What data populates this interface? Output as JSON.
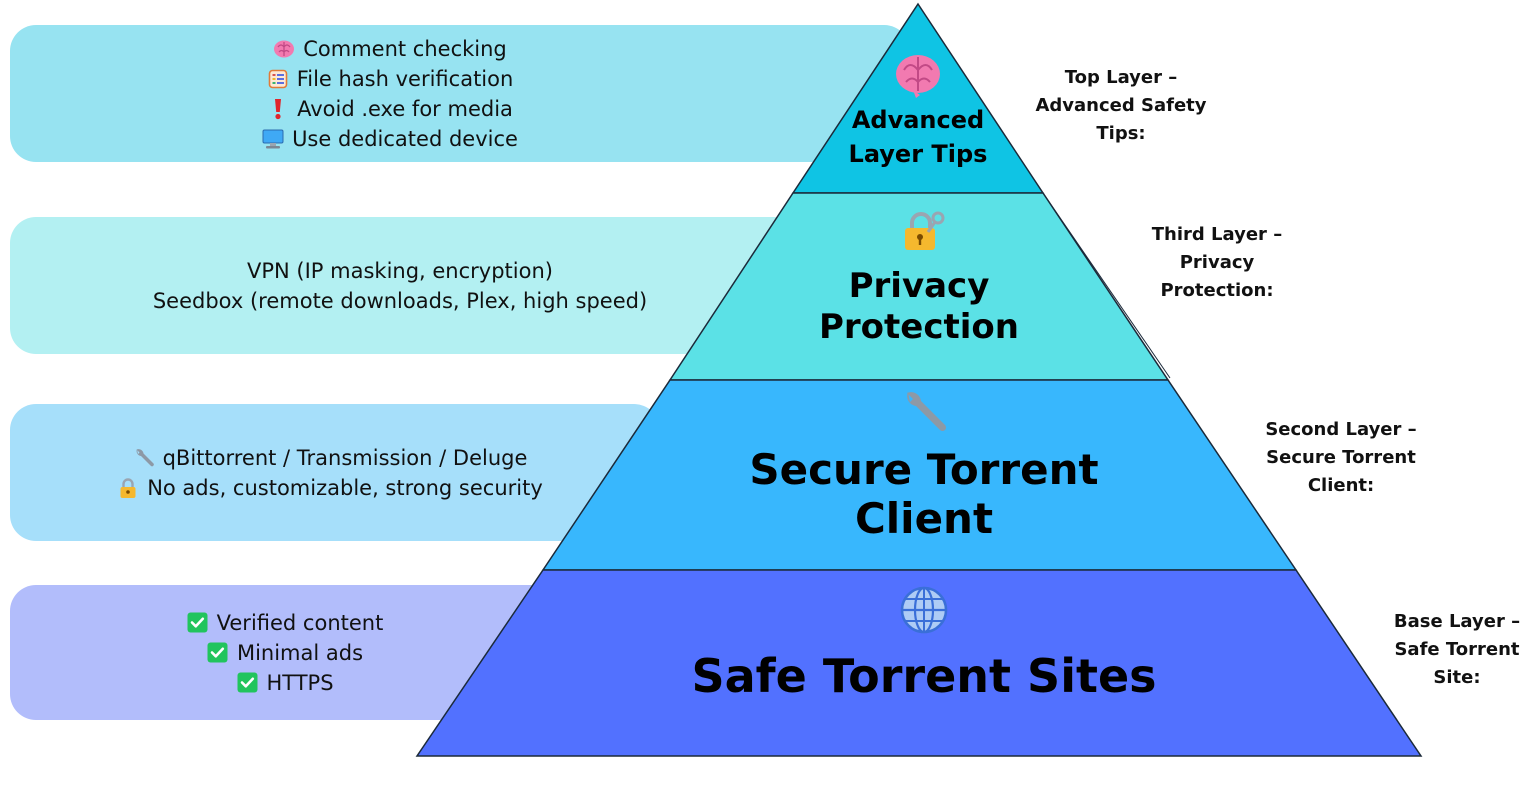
{
  "panels": [
    {
      "items": [
        {
          "icon": "brain-icon",
          "text": "Comment checking"
        },
        {
          "icon": "checklist-icon",
          "text": "File hash verification"
        },
        {
          "icon": "exclamation-icon",
          "text": "Avoid .exe for media"
        },
        {
          "icon": "computer-icon",
          "text": "Use dedicated device"
        }
      ]
    },
    {
      "items": [
        {
          "icon": "",
          "text": "VPN (IP masking, encryption)"
        },
        {
          "icon": "",
          "text": "Seedbox (remote downloads, Plex, high speed)"
        }
      ]
    },
    {
      "items": [
        {
          "icon": "wrench-icon",
          "text": "qBittorrent / Transmission / Deluge"
        },
        {
          "icon": "padlock-icon",
          "text": "No ads, customizable, strong security"
        }
      ]
    },
    {
      "items": [
        {
          "icon": "checkmark-icon",
          "text": "Verified content"
        },
        {
          "icon": "checkmark-icon",
          "text": "Minimal ads"
        },
        {
          "icon": "checkmark-icon",
          "text": "HTTPS"
        }
      ]
    }
  ],
  "pyramid": {
    "tiers": [
      {
        "icon": "brain-icon",
        "lines": [
          "Advanced",
          "Layer Tips"
        ],
        "color": "#0fc4e4"
      },
      {
        "icon": "lock-key-icon",
        "lines": [
          "Privacy",
          "Protection"
        ],
        "color": "#5be1e6"
      },
      {
        "icon": "wrench-icon",
        "lines": [
          "Secure Torrent",
          "Client"
        ],
        "color": "#38b7fd"
      },
      {
        "icon": "globe-icon",
        "lines": [
          "Safe Torrent Sites"
        ],
        "color": "#5271ff"
      }
    ],
    "outline_color": "#1b2a3a"
  },
  "side_labels": [
    {
      "lines": [
        "Top Layer –",
        "Advanced Safety",
        "Tips:"
      ]
    },
    {
      "lines": [
        "Third Layer –",
        "Privacy",
        "Protection:"
      ]
    },
    {
      "lines": [
        "Second Layer –",
        "Secure Torrent",
        "Client:"
      ]
    },
    {
      "lines": [
        "Base Layer –",
        "Safe Torrent",
        "Site:"
      ]
    }
  ]
}
